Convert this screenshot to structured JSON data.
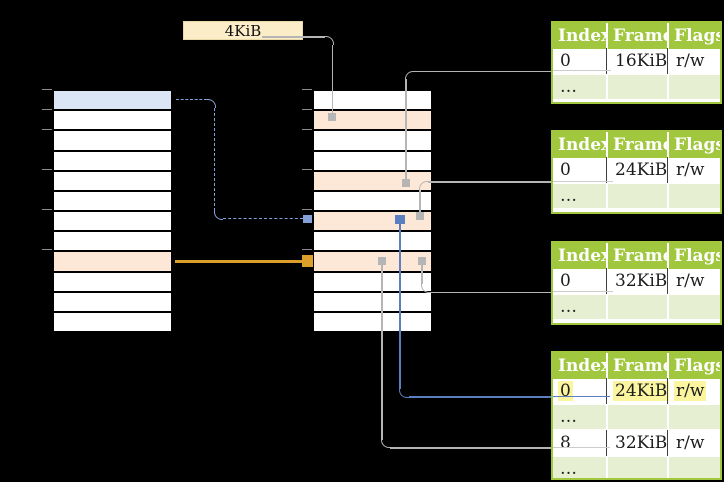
{
  "legend": {
    "label": "4KiB"
  },
  "colors": {
    "background": "#000000",
    "row_white": "#ffffff",
    "row_blue": "#dae6f5",
    "row_orange": "#fde8d7",
    "legend_cream": "#fcedc9",
    "table_green": "#a0c73e",
    "table_light_green": "#e7efd2",
    "header_text": "#ffffff",
    "highlight_yellow": "#fbf5a0",
    "gray_line": "#b5b5b5",
    "gray_line_light": "#cccccc",
    "blue_solid": "#5b7ec0",
    "blue_dashed": "#84a0d8",
    "orange_arrow": "#dd9f2b"
  },
  "virtual_memory_column": {
    "rows": [
      "blue",
      "white",
      "white",
      "white",
      "white",
      "white",
      "white",
      "white",
      "orange",
      "white",
      "white",
      "white"
    ],
    "tick_rows": [
      0,
      1,
      2,
      4,
      6,
      8
    ]
  },
  "physical_memory_column": {
    "rows": [
      "white",
      "orange",
      "white",
      "white",
      "orange",
      "white",
      "orange",
      "white",
      "orange",
      "white",
      "white",
      "white"
    ],
    "tick_rows": [
      0,
      1,
      2,
      4,
      6,
      8
    ]
  },
  "tables": [
    {
      "id": "page-table-16kib",
      "headers": [
        "Index",
        "Frame",
        "Flags"
      ],
      "rows": [
        {
          "cells": [
            "0",
            "16KiB",
            "r/w"
          ],
          "shaded": false,
          "highlighted": false
        },
        {
          "cells": [
            "…",
            "",
            ""
          ],
          "shaded": true,
          "highlighted": false
        }
      ]
    },
    {
      "id": "page-table-24kib",
      "headers": [
        "Index",
        "Frame",
        "Flags"
      ],
      "rows": [
        {
          "cells": [
            "0",
            "24KiB",
            "r/w"
          ],
          "shaded": false,
          "highlighted": false
        },
        {
          "cells": [
            "…",
            "",
            ""
          ],
          "shaded": true,
          "highlighted": false
        }
      ]
    },
    {
      "id": "page-table-32kib",
      "headers": [
        "Index",
        "Frame",
        "Flags"
      ],
      "rows": [
        {
          "cells": [
            "0",
            "32KiB",
            "r/w"
          ],
          "shaded": false,
          "highlighted": false
        },
        {
          "cells": [
            "…",
            "",
            ""
          ],
          "shaded": true,
          "highlighted": false
        }
      ]
    },
    {
      "id": "page-table-level2",
      "headers": [
        "Index",
        "Frame",
        "Flags"
      ],
      "rows": [
        {
          "cells": [
            "0",
            "24KiB",
            "r/w"
          ],
          "shaded": false,
          "highlighted": true
        },
        {
          "cells": [
            "…",
            "",
            ""
          ],
          "shaded": true,
          "highlighted": false
        },
        {
          "cells": [
            "8",
            "32KiB",
            "r/w"
          ],
          "shaded": false,
          "highlighted": false
        },
        {
          "cells": [
            "…",
            "",
            ""
          ],
          "shaded": true,
          "highlighted": false
        }
      ]
    }
  ],
  "connections": [
    {
      "from": "page-size-label",
      "to": "physical-frame-4kib",
      "style": "gray"
    },
    {
      "from": "page-table-16kib-row-0",
      "to": "physical-frame-16kib",
      "style": "gray"
    },
    {
      "from": "page-table-24kib-row-0",
      "to": "physical-frame-24kib",
      "style": "gray"
    },
    {
      "from": "page-table-32kib-row-0",
      "to": "physical-frame-32kib",
      "style": "gray"
    },
    {
      "from": "page-table-level2-row-0",
      "to": "physical-frame-24kib",
      "style": "blue-solid"
    },
    {
      "from": "page-table-level2-row-8",
      "to": "physical-frame-32kib",
      "style": "gray"
    },
    {
      "from": "virtual-page-0",
      "to": "physical-frame-24kib",
      "style": "blue-dashed"
    },
    {
      "from": "virtual-page-8",
      "to": "physical-frame-32kib",
      "style": "orange"
    }
  ]
}
